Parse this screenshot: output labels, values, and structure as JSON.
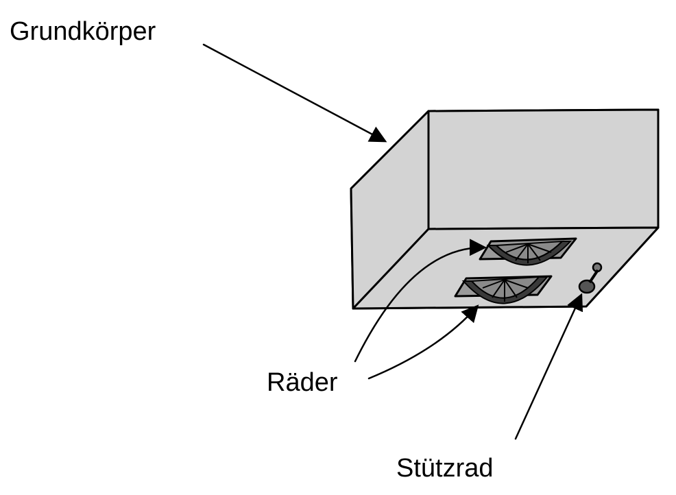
{
  "labels": {
    "body": "Grundkörper",
    "wheels": "Räder",
    "caster": "Stützrad"
  },
  "colors": {
    "box_fill": "#d3d3d3",
    "wheel_dark": "#3a3a3a",
    "wheel_mid": "#8a8a8a",
    "line": "#000000",
    "background": "#ffffff"
  }
}
